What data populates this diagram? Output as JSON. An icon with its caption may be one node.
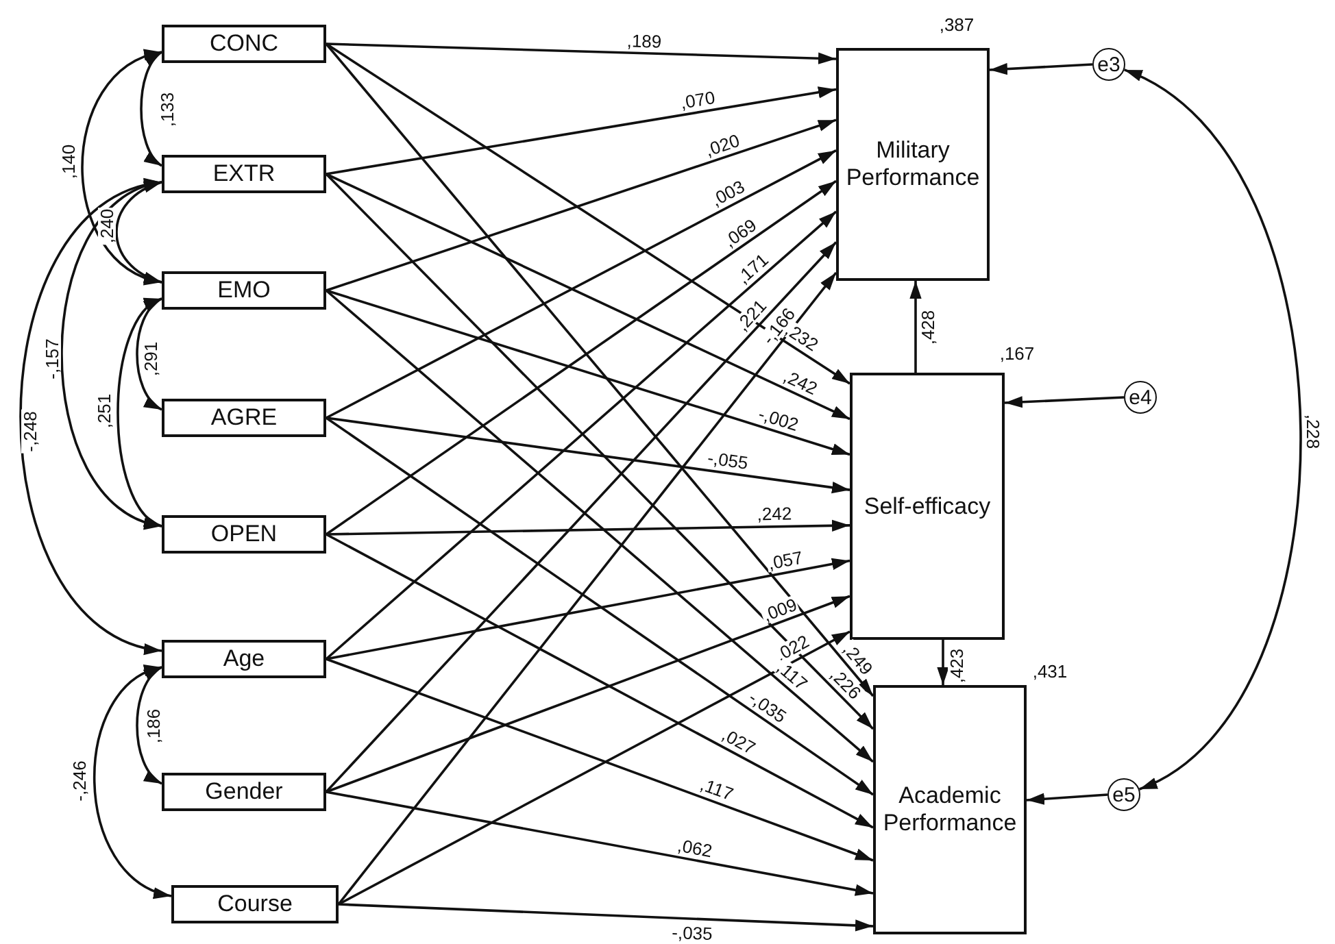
{
  "diagram": {
    "nodes": [
      {
        "text": [
          "CONC"
        ]
      },
      {
        "text": [
          "EXTR"
        ]
      },
      {
        "text": [
          "EMO"
        ]
      },
      {
        "text": [
          "AGRE"
        ]
      },
      {
        "text": [
          "OPEN"
        ]
      },
      {
        "text": [
          "Age"
        ]
      },
      {
        "text": [
          "Gender"
        ]
      },
      {
        "text": [
          "Course"
        ]
      },
      {
        "text": [
          "Military Performance"
        ],
        "beside": [
          ",387"
        ]
      },
      {
        "text": [
          "Self-efficacy"
        ],
        "beside": [
          ",167"
        ]
      },
      {
        "text": [
          "Academic Performance"
        ],
        "beside": [
          ",431"
        ]
      },
      {
        "text": [
          "e3"
        ]
      },
      {
        "text": [
          "e4"
        ]
      },
      {
        "text": [
          "e5"
        ]
      }
    ],
    "edges": [
      {
        "from": 0,
        "to": 8,
        "arrow": "to",
        "label": ",189"
      },
      {
        "from": 1,
        "to": 8,
        "arrow": "to",
        "label": ",070"
      },
      {
        "from": 2,
        "to": 8,
        "arrow": "to",
        "label": ",020"
      },
      {
        "from": 3,
        "to": 8,
        "arrow": "to",
        "label": ",003"
      },
      {
        "from": 4,
        "to": 8,
        "arrow": "to",
        "label": ",069"
      },
      {
        "from": 5,
        "to": 8,
        "arrow": "to",
        "label": ",171"
      },
      {
        "from": 6,
        "to": 8,
        "arrow": "to",
        "label": ",221"
      },
      {
        "from": 7,
        "to": 8,
        "arrow": "to",
        "label": "-,166"
      },
      {
        "from": 0,
        "to": 9,
        "arrow": "to",
        "label": ",232"
      },
      {
        "from": 1,
        "to": 9,
        "arrow": "to",
        "label": ",242"
      },
      {
        "from": 2,
        "to": 9,
        "arrow": "to",
        "label": "-,002"
      },
      {
        "from": 3,
        "to": 9,
        "arrow": "to",
        "label": "-,055"
      },
      {
        "from": 4,
        "to": 9,
        "arrow": "to",
        "label": ",242"
      },
      {
        "from": 5,
        "to": 9,
        "arrow": "to",
        "label": ",057"
      },
      {
        "from": 6,
        "to": 9,
        "arrow": "to",
        "label": ",009"
      },
      {
        "from": 7,
        "to": 9,
        "arrow": "to",
        "label": ",022"
      },
      {
        "from": 0,
        "to": 10,
        "arrow": "to",
        "label": ",249"
      },
      {
        "from": 1,
        "to": 10,
        "arrow": "to",
        "label": ",226"
      },
      {
        "from": 2,
        "to": 10,
        "arrow": "to",
        "label": ",117"
      },
      {
        "from": 3,
        "to": 10,
        "arrow": "to",
        "label": "-,035"
      },
      {
        "from": 4,
        "to": 10,
        "arrow": "to",
        "label": ",027"
      },
      {
        "from": 5,
        "to": 10,
        "arrow": "to",
        "label": ",117"
      },
      {
        "from": 6,
        "to": 10,
        "arrow": "to",
        "label": ",062"
      },
      {
        "from": 7,
        "to": 10,
        "arrow": "to",
        "label": "-,035"
      },
      {
        "from": 9,
        "to": 8,
        "arrow": "to",
        "label": ",428"
      },
      {
        "from": 9,
        "to": 10,
        "arrow": "to",
        "label": ",423"
      },
      {
        "from": 11,
        "to": 8,
        "arrow": "to"
      },
      {
        "from": 12,
        "to": 9,
        "arrow": "to"
      },
      {
        "from": 13,
        "to": 10,
        "arrow": "to"
      },
      {
        "from": 11,
        "to": 13,
        "arrow": "both",
        "label": ",228"
      },
      {
        "from": 0,
        "to": 1,
        "arrow": "both",
        "label": ",133"
      },
      {
        "from": 0,
        "to": 2,
        "arrow": "both",
        "label": ",140"
      },
      {
        "from": 1,
        "to": 2,
        "arrow": "both",
        "label": ",240"
      },
      {
        "from": 1,
        "to": 4,
        "arrow": "both",
        "label": "-,157"
      },
      {
        "from": 1,
        "to": 5,
        "arrow": "both",
        "label": "-,248"
      },
      {
        "from": 2,
        "to": 3,
        "arrow": "both",
        "label": ",291"
      },
      {
        "from": 2,
        "to": 4,
        "arrow": "both",
        "label": ",251"
      },
      {
        "from": 5,
        "to": 6,
        "arrow": "both",
        "label": ",186"
      },
      {
        "from": 5,
        "to": 7,
        "arrow": "both",
        "label": "-,246"
      }
    ]
  }
}
